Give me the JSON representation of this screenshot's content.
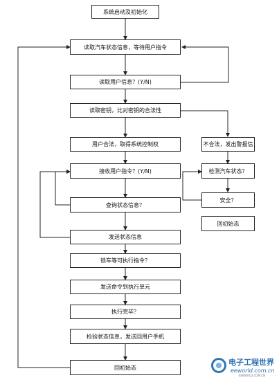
{
  "nodes": {
    "start": "系统启动及初始化",
    "read_vehicle": "读取汽车状态信息，等待用户指令",
    "read_user": "读取用户信息？(Y/N)",
    "read_key": "读取密钥，比对密钥的合法性",
    "legal_user": "用户合法，取得系统控制权",
    "illegal": "不合法，发出警报信",
    "receive_cmd": "接收用户指令？(Y/N)",
    "detect_state": "检测汽车状态？",
    "query_state": "查询状态信息？",
    "safe": "安全？",
    "back_right": "回初始态",
    "send_state": "发送状态信息",
    "lock_cmd": "锁车等可执行指令？",
    "send_exec": "发送命令到执行单元",
    "exec_done": "执行完毕？",
    "check_send": "检验状态信息，发送回用户手机",
    "back_bottom": "回初始态"
  },
  "watermark": {
    "brand": "电子工程世界",
    "site": "eeworld.com.cn",
    "tagline": "EEWORLD.COM.CN"
  },
  "colors": {
    "stroke": "#222222",
    "watermark": "#2b6fb0"
  }
}
